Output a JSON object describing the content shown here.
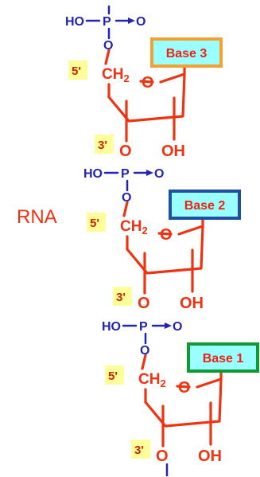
{
  "label": "RNA",
  "colors": {
    "backbone": "#ee3311",
    "phosphate": "#2323b4",
    "prime_label_bg": "#ffff99",
    "base_fill": "#99ffff",
    "base_text": "#ee2211"
  },
  "atoms": {
    "phosphate_ho": "HO",
    "phosphate_p": "P",
    "phosphate_o": "O",
    "linker_o": "O",
    "ch2": "CH",
    "ch2_sub": "2",
    "ring_o": "O",
    "o3": "O",
    "oh": "OH"
  },
  "prime_labels": {
    "five": "5'",
    "three": "3'"
  },
  "units": [
    {
      "base_label": "Base 3",
      "base_border_color": "#f5a030"
    },
    {
      "base_label": "Base 2",
      "base_border_color": "#1f4fa0"
    },
    {
      "base_label": "Base 1",
      "base_border_color": "#119933"
    }
  ]
}
